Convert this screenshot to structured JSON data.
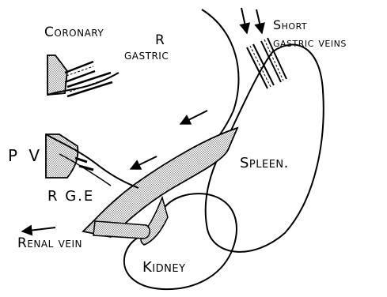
{
  "labels": {
    "coronary": "Coronary",
    "r_gastric_1": "R",
    "r_gastric_2": "gastric",
    "short_gastric_1": "Short",
    "short_gastric_2": "gastric veins",
    "pv": "P V",
    "rge": "R G.E",
    "spleen": "Spleen.",
    "renal_vein": "Renal vein",
    "kidney": "Kidney"
  },
  "colors": {
    "ink": "#000000",
    "stipple": "#9a9a9a",
    "background": "#ffffff"
  }
}
